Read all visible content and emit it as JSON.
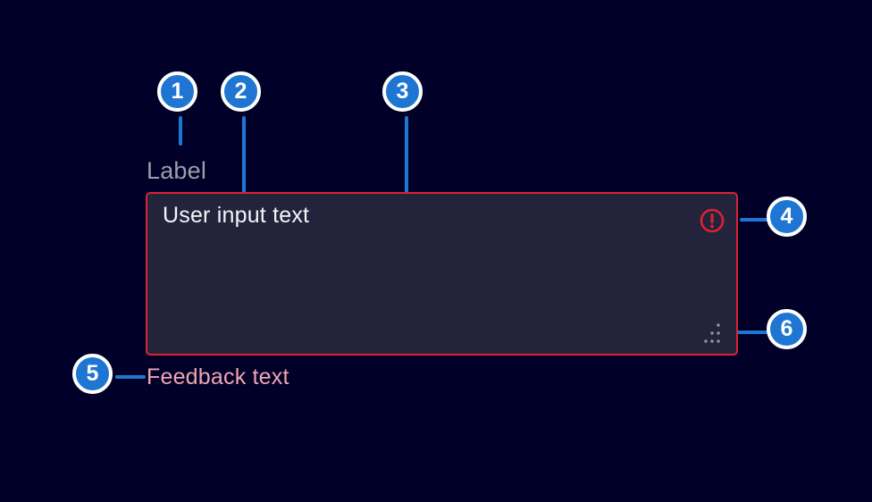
{
  "figure": {
    "component": {
      "label": "Label",
      "value": "User input text",
      "feedback": "Feedback text"
    },
    "callouts": [
      "1",
      "2",
      "3",
      "4",
      "5",
      "6"
    ],
    "colors": {
      "background": "#000028",
      "field_fill": "#23233c",
      "alarm_red": "#dc2233",
      "callout_blue": "#1f76d2",
      "label_gray": "#9d9dab",
      "input_text": "#f4f4f8",
      "feedback_pink": "#efa4b1",
      "grip_gray": "#9096a5",
      "ring_white": "#ffffff"
    }
  }
}
